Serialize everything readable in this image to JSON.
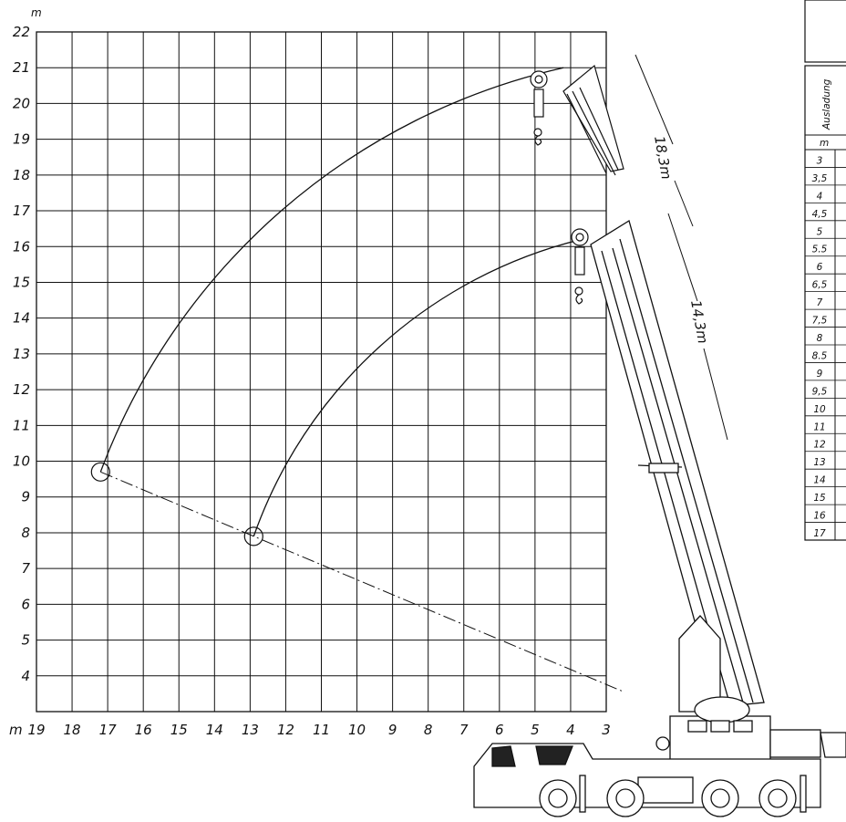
{
  "chart_data": {
    "type": "diagram",
    "x_unit_label": "m",
    "y_unit_label": "m",
    "x_ticks": [
      19,
      18,
      17,
      16,
      15,
      14,
      13,
      12,
      11,
      10,
      9,
      8,
      7,
      6,
      5,
      4,
      3
    ],
    "y_ticks": [
      22,
      21,
      20,
      19,
      18,
      17,
      16,
      15,
      14,
      13,
      12,
      11,
      10,
      9,
      8,
      7,
      6,
      5,
      4
    ],
    "xlim": [
      19,
      3
    ],
    "ylim": [
      3,
      22
    ],
    "boom_length_labels": [
      "18,3m",
      "14,3m"
    ],
    "arcs": [
      {
        "boom": "18,3m",
        "from": {
          "x": 17.2,
          "y": 9.7
        },
        "to": {
          "x": 4.2,
          "y": 21.0
        }
      },
      {
        "boom": "14,3m",
        "from": {
          "x": 12.9,
          "y": 7.9
        },
        "to": {
          "x": 3.7,
          "y": 16.2
        }
      }
    ],
    "pivot_points": [
      {
        "x": 17.2,
        "y": 9.7
      },
      {
        "x": 12.9,
        "y": 7.9
      }
    ],
    "hook_positions": [
      {
        "x": 5.0,
        "y": 20.7
      },
      {
        "x": 4.0,
        "y": 16.2
      }
    ],
    "dashed_line": {
      "from": {
        "x": 17.2,
        "y": 9.7
      },
      "to": {
        "x": 3.0,
        "y": 3.8
      }
    }
  },
  "load_table": {
    "header": "Ausladung",
    "unit": "m",
    "rows": [
      "3",
      "3,5",
      "4",
      "4,5",
      "5",
      "5.5",
      "6",
      "6,5",
      "7",
      "7,5",
      "8",
      "8.5",
      "9",
      "9,5",
      "10",
      "11",
      "12",
      "13",
      "14",
      "15",
      "16",
      "17"
    ]
  }
}
